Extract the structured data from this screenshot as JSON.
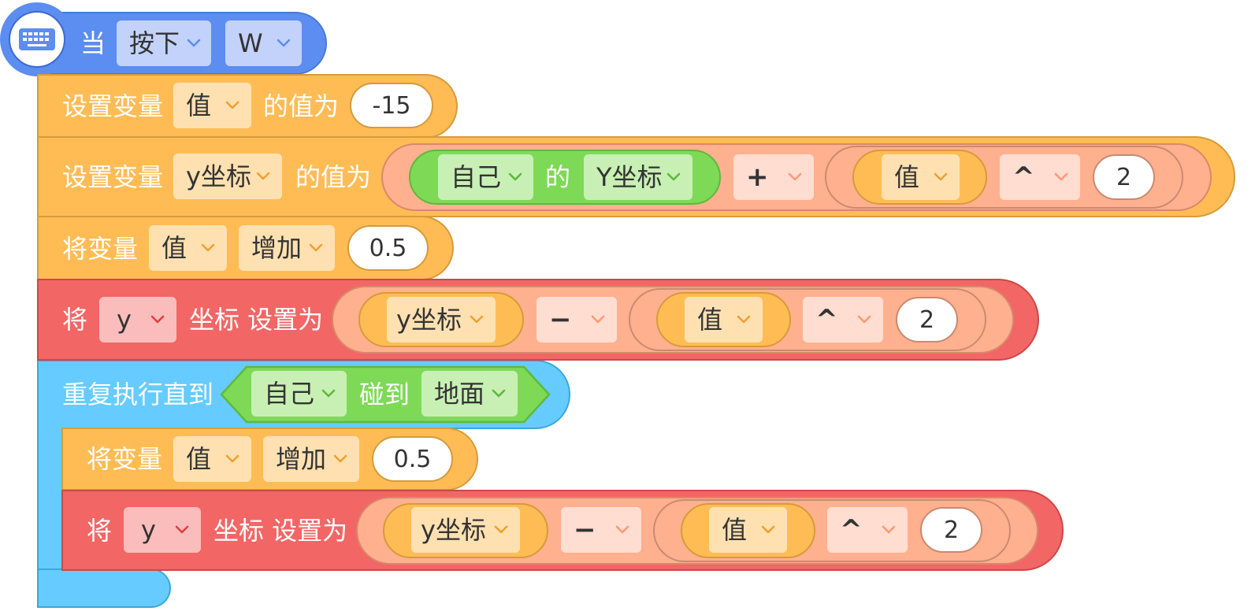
{
  "colors": {
    "event_blue": "#5c8df0",
    "variable_orange": "#ffbc55",
    "motion_red": "#f26666",
    "control_cyan": "#66ccff",
    "sensing_green": "#7ed957",
    "operator_salmon": "#ffb08e"
  },
  "event": {
    "icon": "keyboard-icon",
    "label_when": "当",
    "key_action": "按下",
    "key_name": "W"
  },
  "blocks": {
    "set_var_value": {
      "prefix": "设置变量",
      "var": "值",
      "mid": "的值为",
      "value": "-15"
    },
    "set_var_y": {
      "prefix": "设置变量",
      "var": "y坐标",
      "mid": "的值为",
      "expr": {
        "target": "自己",
        "of": "的",
        "property": "Y坐标",
        "op": "+",
        "var": "值",
        "pow": "^",
        "exponent": "2"
      }
    },
    "change_var_1": {
      "prefix": "将变量",
      "var": "值",
      "action": "增加",
      "value": "0.5"
    },
    "set_coord_1": {
      "prefix": "将",
      "axis": "y",
      "mid": "坐标 设置为",
      "expr": {
        "var1": "y坐标",
        "op": "−",
        "var2": "值",
        "pow": "^",
        "exponent": "2"
      }
    },
    "repeat_until": {
      "label": "重复执行直到",
      "condition": {
        "target": "自己",
        "verb": "碰到",
        "object": "地面"
      }
    },
    "change_var_2": {
      "prefix": "将变量",
      "var": "值",
      "action": "增加",
      "value": "0.5"
    },
    "set_coord_2": {
      "prefix": "将",
      "axis": "y",
      "mid": "坐标 设置为",
      "expr": {
        "var1": "y坐标",
        "op": "−",
        "var2": "值",
        "pow": "^",
        "exponent": "2"
      }
    }
  }
}
